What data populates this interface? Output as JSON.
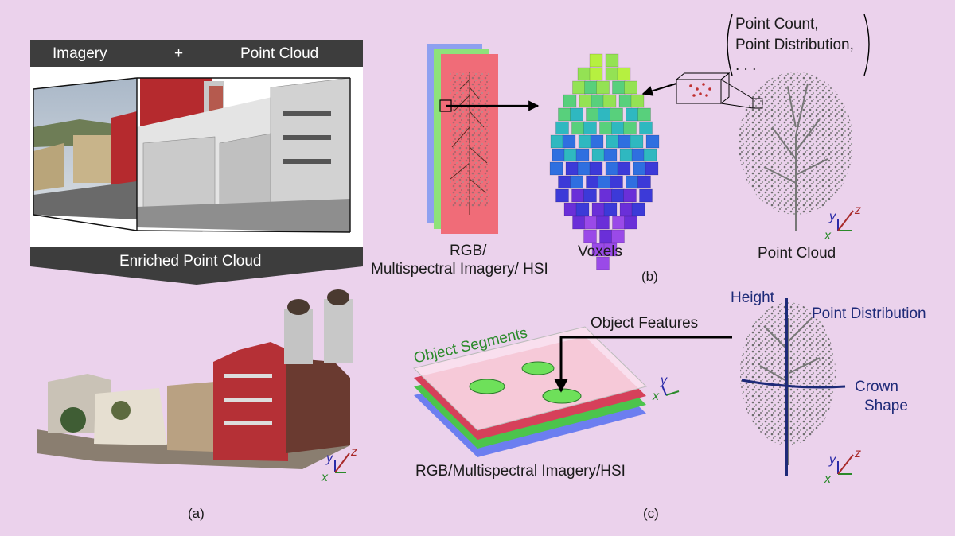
{
  "panel_a": {
    "banner_left": "Imagery",
    "banner_plus": "+",
    "banner_right": "Point Cloud",
    "enriched_label": "Enriched Point Cloud",
    "caption": "(a)"
  },
  "panel_b": {
    "imagery_label_line1": "RGB/",
    "imagery_label_line2": "Multispectral Imagery/ HSI",
    "voxels_label": "Voxels",
    "point_cloud_label": "Point Cloud",
    "features_line1": "Point Count,",
    "features_line2": "Point Distribution,",
    "features_line3": ". . .",
    "caption": "(b)"
  },
  "panel_c": {
    "object_features_label": "Object Features",
    "object_segments_label": "Object Segments",
    "imagery_label": "RGB/Multispectral Imagery/HSI",
    "height_label": "Height",
    "point_distribution_label": "Point Distribution",
    "crown_label_line1": "Crown",
    "crown_label_line2": "Shape",
    "caption": "(c)"
  },
  "axes": {
    "x": "x",
    "y": "y",
    "z": "z"
  },
  "colors": {
    "background": "#ebd2ec",
    "banner": "#3d3d3d",
    "navy": "#1e2a78",
    "green_label": "#2a8a2a",
    "layer_red": "#f06c78",
    "layer_green": "#7ad46c",
    "layer_blue": "#6c7ef0"
  }
}
